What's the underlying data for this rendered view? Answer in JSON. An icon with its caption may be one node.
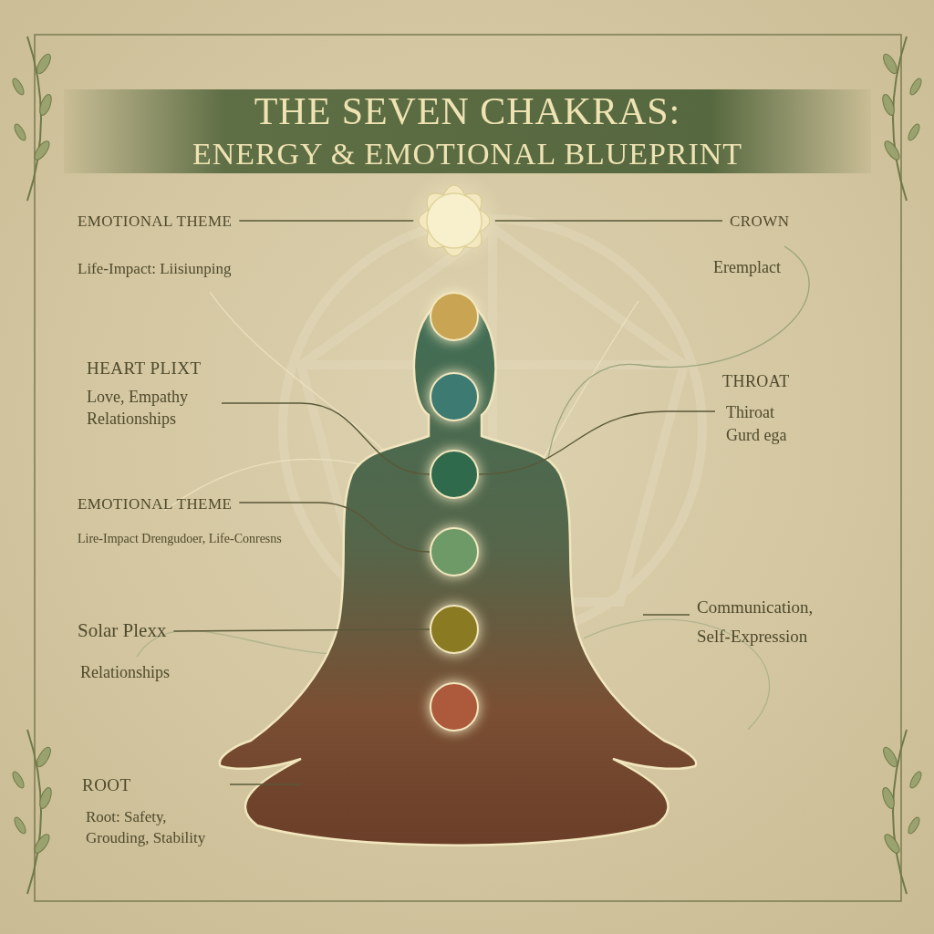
{
  "diagram": {
    "title": "THE SEVEN CHAKRAS: ENERGY & EMOTIONAL BLUEPRINT",
    "nodes": [
      {
        "text": [],
        "shape": "circle"
      },
      {
        "text": [],
        "shape": "person"
      },
      {
        "text": [],
        "shape": "circle",
        "in": 1
      },
      {
        "text": [],
        "shape": "circle",
        "in": 1
      },
      {
        "text": [],
        "shape": "circle",
        "in": 1
      },
      {
        "text": [],
        "shape": "circle",
        "in": 1
      },
      {
        "text": [],
        "shape": "circle",
        "in": 1
      },
      {
        "text": [],
        "shape": "circle",
        "in": 1
      },
      {
        "text": [
          "EMOTIONAL THEME"
        ]
      },
      {
        "text": [
          "CROWN"
        ]
      },
      {
        "text": [
          "HEART PLIXT",
          "Love, Empathy Relationships"
        ]
      },
      {
        "text": [
          "THROAT",
          "Thiroat Gurd ega"
        ]
      },
      {
        "text": [
          "EMOTIONAL THEME"
        ]
      },
      {
        "text": [
          "Solar Plexx"
        ]
      },
      {
        "text": [
          "Communication, Self-Expression"
        ]
      },
      {
        "text": [
          "ROOT",
          "Root: Safety, Grouding, Stability"
        ]
      }
    ],
    "edges": [
      {
        "from": 8,
        "to": 0,
        "arrow": "none"
      },
      {
        "from": 9,
        "to": 0,
        "arrow": "none"
      },
      {
        "from": 10,
        "to": 4,
        "arrow": "none"
      },
      {
        "from": 11,
        "to": 4,
        "arrow": "none"
      },
      {
        "from": 12,
        "to": 5,
        "arrow": "none"
      },
      {
        "from": 13,
        "to": 6,
        "arrow": "none"
      },
      {
        "from": 14,
        "to": null,
        "arrow": "none"
      },
      {
        "from": 15,
        "to": 1,
        "arrow": "none"
      }
    ],
    "labels": [
      "Life-Impact: Liisiunping",
      "Eremplact",
      "Lire-Impact Drengudoer, Life-Conresns",
      "Relationships"
    ]
  }
}
